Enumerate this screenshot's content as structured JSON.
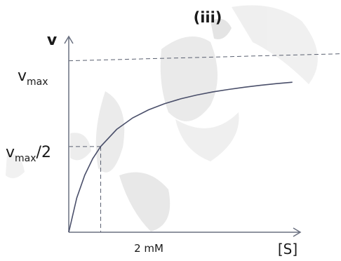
{
  "chart_data": {
    "type": "line",
    "panel_label": "(iii)",
    "ylabel": "v",
    "xlabel": "[S]",
    "title": "",
    "reference_lines": {
      "vmax": {
        "label_main": "v",
        "label_sub": "max"
      },
      "half_vmax": {
        "label_main": "v",
        "label_sub": "max",
        "label_suffix": "/2"
      }
    },
    "km_label": "2 mM",
    "km": 2,
    "vmax_value": 1.0,
    "xlim": [
      0,
      17
    ],
    "ylim": [
      0,
      1.15
    ],
    "series": [
      {
        "x": [
          0,
          0.5,
          1,
          1.5,
          2,
          3,
          4,
          5,
          6,
          7,
          8,
          9,
          10,
          11,
          12,
          13,
          14
        ],
        "values": [
          0,
          0.2,
          0.333,
          0.429,
          0.5,
          0.6,
          0.667,
          0.714,
          0.75,
          0.778,
          0.8,
          0.818,
          0.833,
          0.846,
          0.857,
          0.867,
          0.875
        ]
      }
    ],
    "grid": false,
    "legend": "none"
  },
  "colors": {
    "curve": "#4a4f6a",
    "axis": "#6a7080",
    "dashed": "#5a6070",
    "text": "#1a1a1a",
    "shading": "#c8c8c8"
  }
}
